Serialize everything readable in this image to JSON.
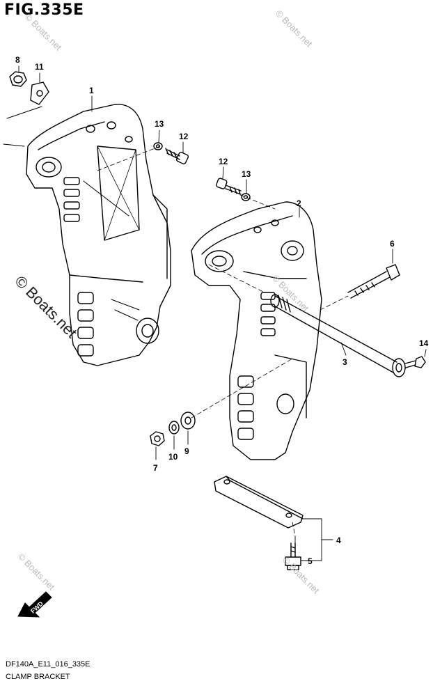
{
  "figure": {
    "title": "FIG.335E",
    "code": "DF140A_E11_016_335E",
    "caption": "CLAMP BRACKET"
  },
  "watermark": {
    "text": "© Boats.net"
  },
  "callouts": [
    {
      "id": "c1",
      "label": "1"
    },
    {
      "id": "c2",
      "label": "2"
    },
    {
      "id": "c3",
      "label": "3"
    },
    {
      "id": "c4",
      "label": "4"
    },
    {
      "id": "c5",
      "label": "5"
    },
    {
      "id": "c6",
      "label": "6"
    },
    {
      "id": "c7",
      "label": "7"
    },
    {
      "id": "c8",
      "label": "8"
    },
    {
      "id": "c9",
      "label": "9"
    },
    {
      "id": "c10",
      "label": "10"
    },
    {
      "id": "c11",
      "label": "11"
    },
    {
      "id": "c12a",
      "label": "12"
    },
    {
      "id": "c12b",
      "label": "12"
    },
    {
      "id": "c13a",
      "label": "13"
    },
    {
      "id": "c13b",
      "label": "13"
    },
    {
      "id": "c14",
      "label": "14"
    }
  ],
  "fwd_badge": "FWD"
}
